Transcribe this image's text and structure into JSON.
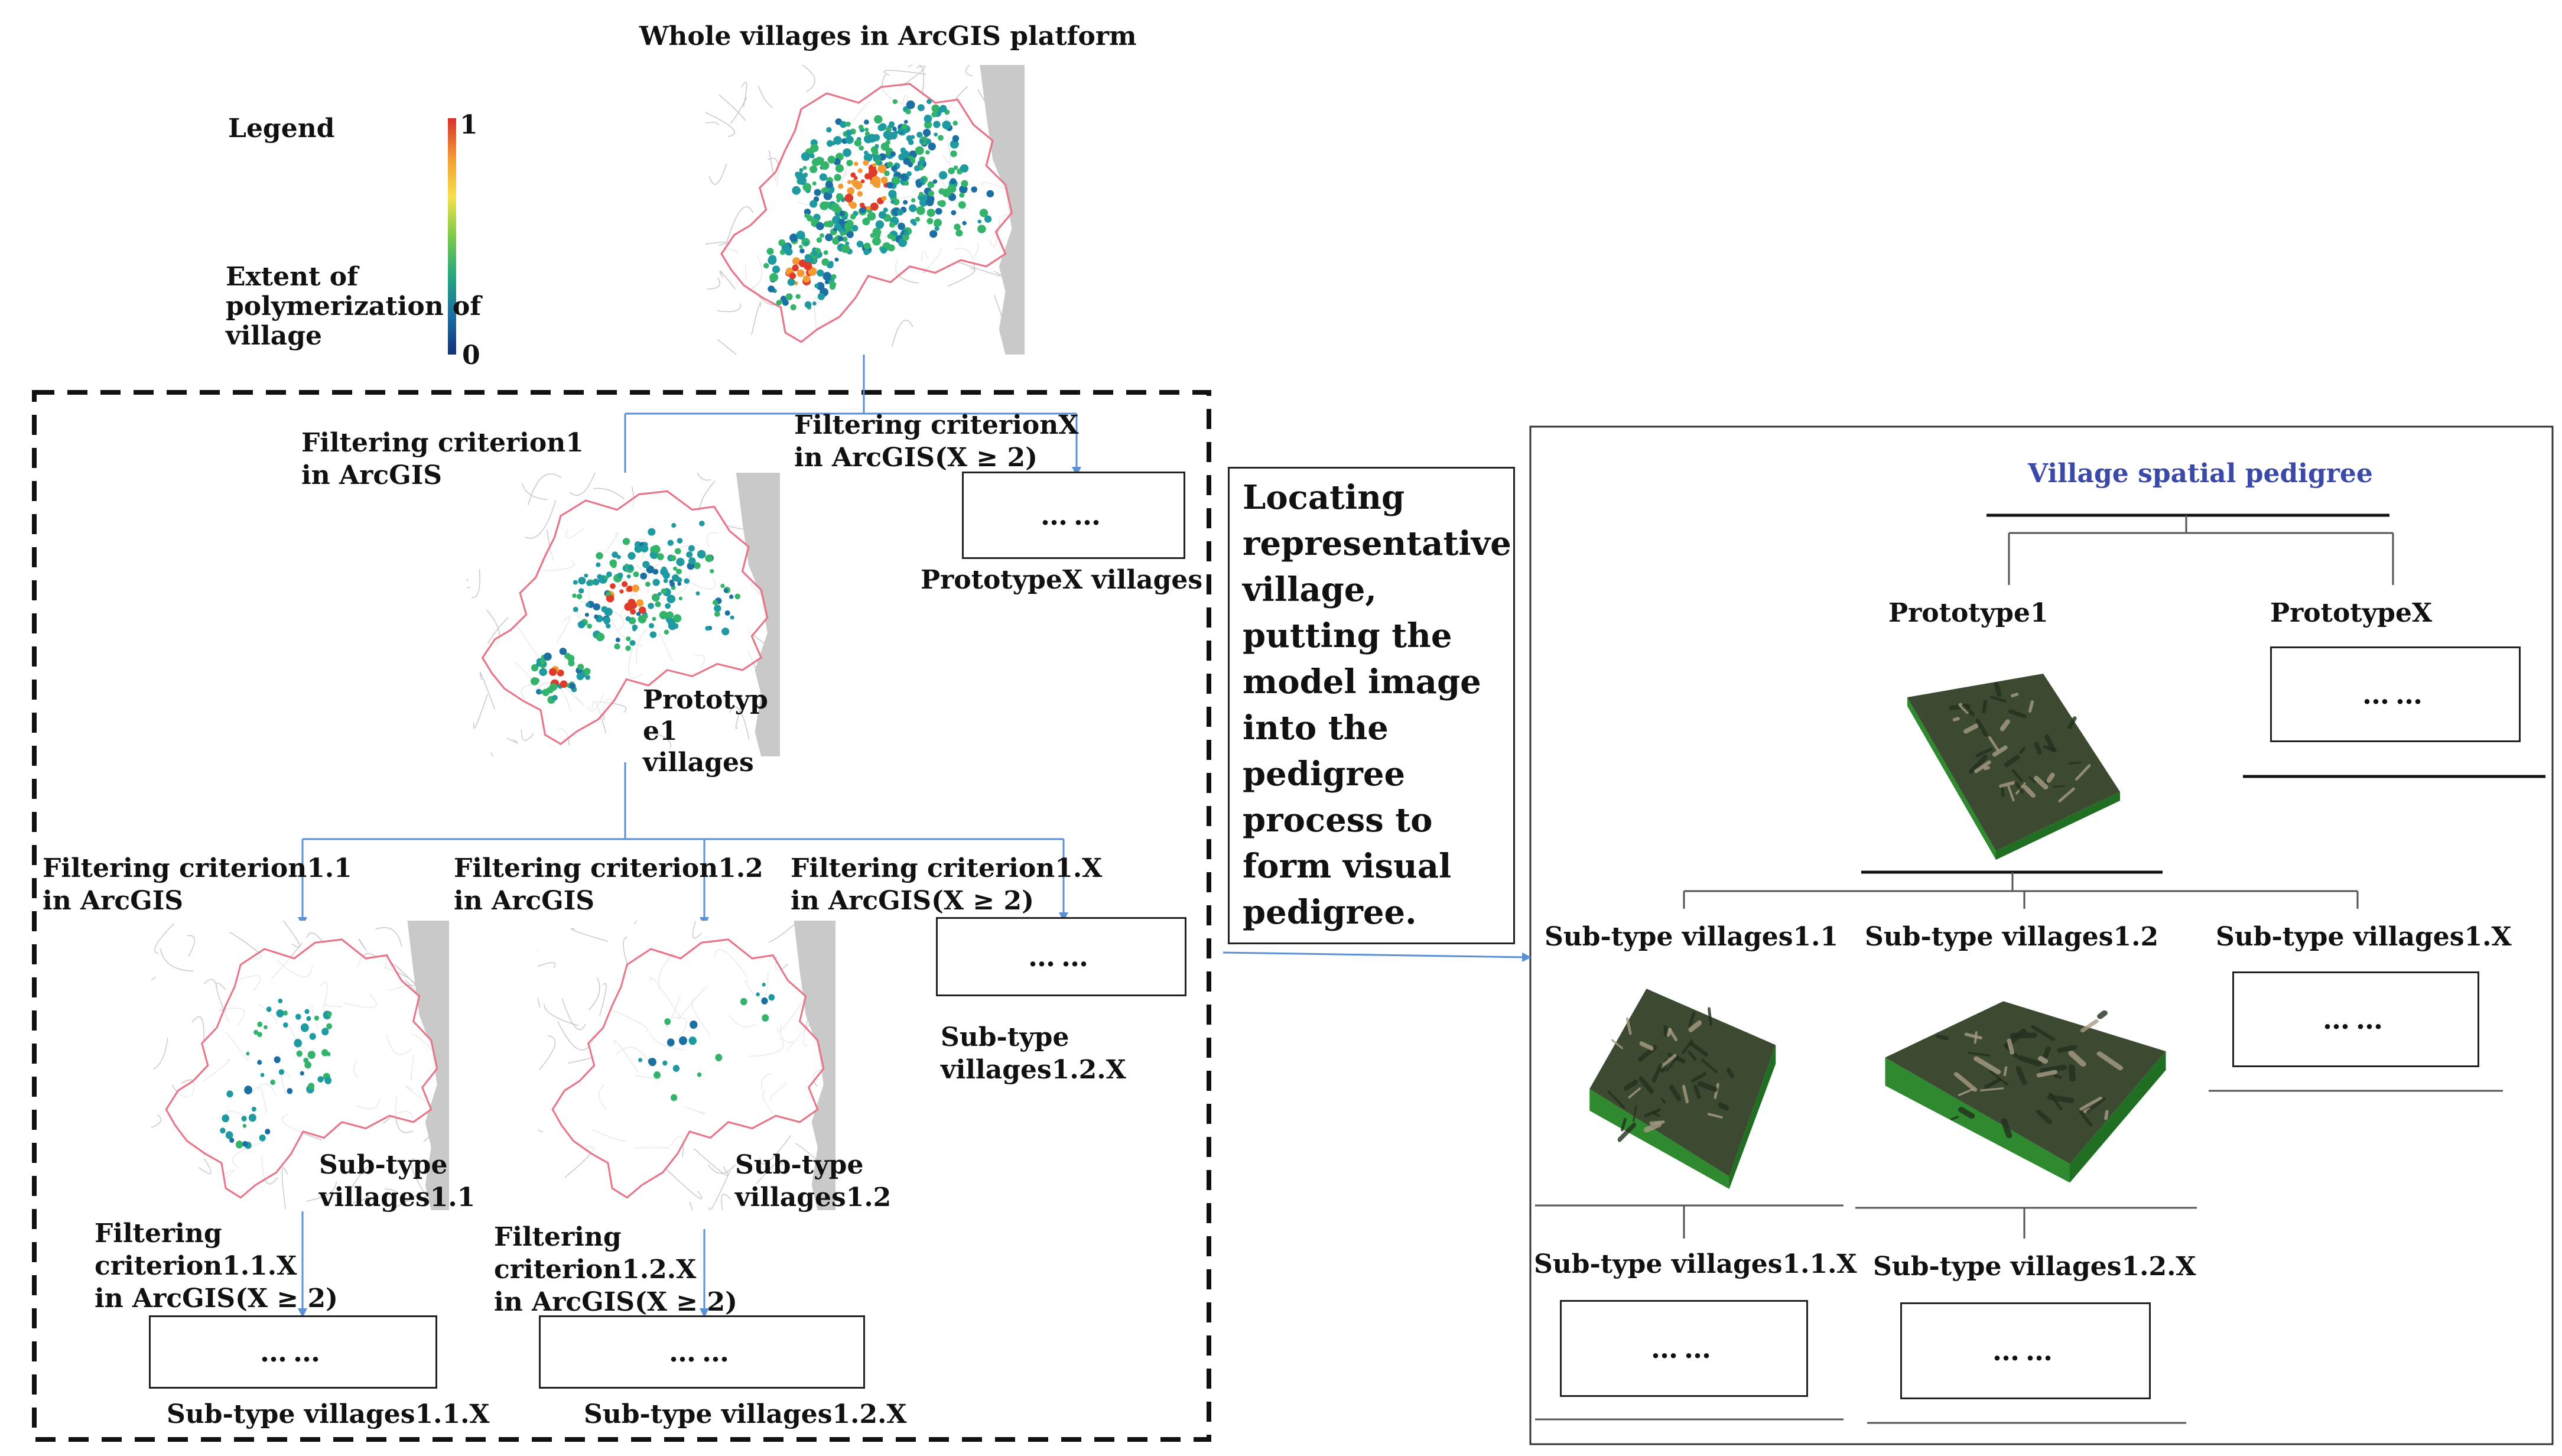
{
  "top": {
    "title": "Whole villages  in ArcGIS platform"
  },
  "legend": {
    "title": "Legend",
    "max": "1",
    "min": "0",
    "description": "Extent of\npolymerization of\nvillage"
  },
  "flow": {
    "criterion1": "Filtering criterion1\nin ArcGIS",
    "criterionX": "Filtering criterionX\nin ArcGIS(X ≥ 2)",
    "prototype1_villages": "Prototyp\ne1\nvillages",
    "prototypeX_villages": "PrototypeX villages",
    "criterion1_1": "Filtering criterion1.1\nin ArcGIS",
    "criterion1_2": "Filtering criterion1.2\nin ArcGIS",
    "criterion1_X": "Filtering criterion1.X\nin ArcGIS(X ≥ 2)",
    "subtype1_1_map": "Sub-type\nvillages1.1",
    "subtype1_2_map": "Sub-type\nvillages1.2",
    "subtype1_2_X": "Sub-type\nvillages1.2.X",
    "criterion1_1_X": "Filtering\ncriterion1.1.X\nin ArcGIS(X ≥ 2)",
    "criterion1_2_X": "Filtering\ncriterion1.2.X\nin ArcGIS(X ≥ 2)",
    "subtype1_1_X": "Sub-type villages1.1.X",
    "subtype1_2_X_bottom": "Sub-type villages1.2.X",
    "ellipsis": "……"
  },
  "locating": {
    "text": "Locating\nrepresentative\nvillage,\nputting the\nmodel image\ninto the\npedigree\nprocess to\nform visual\npedigree."
  },
  "pedigree": {
    "title": "Village spatial pedigree",
    "prototype1": "Prototype1",
    "prototypeX": "PrototypeX",
    "sub1_1": "Sub-type villages1.1",
    "sub1_2": "Sub-type villages1.2",
    "sub1_X": "Sub-type villages1.X",
    "sub1_1_X": "Sub-type villages1.1.X",
    "sub1_2_X": "Sub-type villages1.2.X",
    "ellipsis": "……"
  },
  "colors": {
    "title_blue": "#3b4aa8",
    "connector_blue": "#5b8fd6",
    "boundary_pink": "#e8768a",
    "sea_gray": "#c9c9c9",
    "hot_red": "#e03a2a",
    "warm_orange": "#f39a33",
    "mid_green": "#34b36a",
    "cool_teal": "#1f9aa0"
  }
}
